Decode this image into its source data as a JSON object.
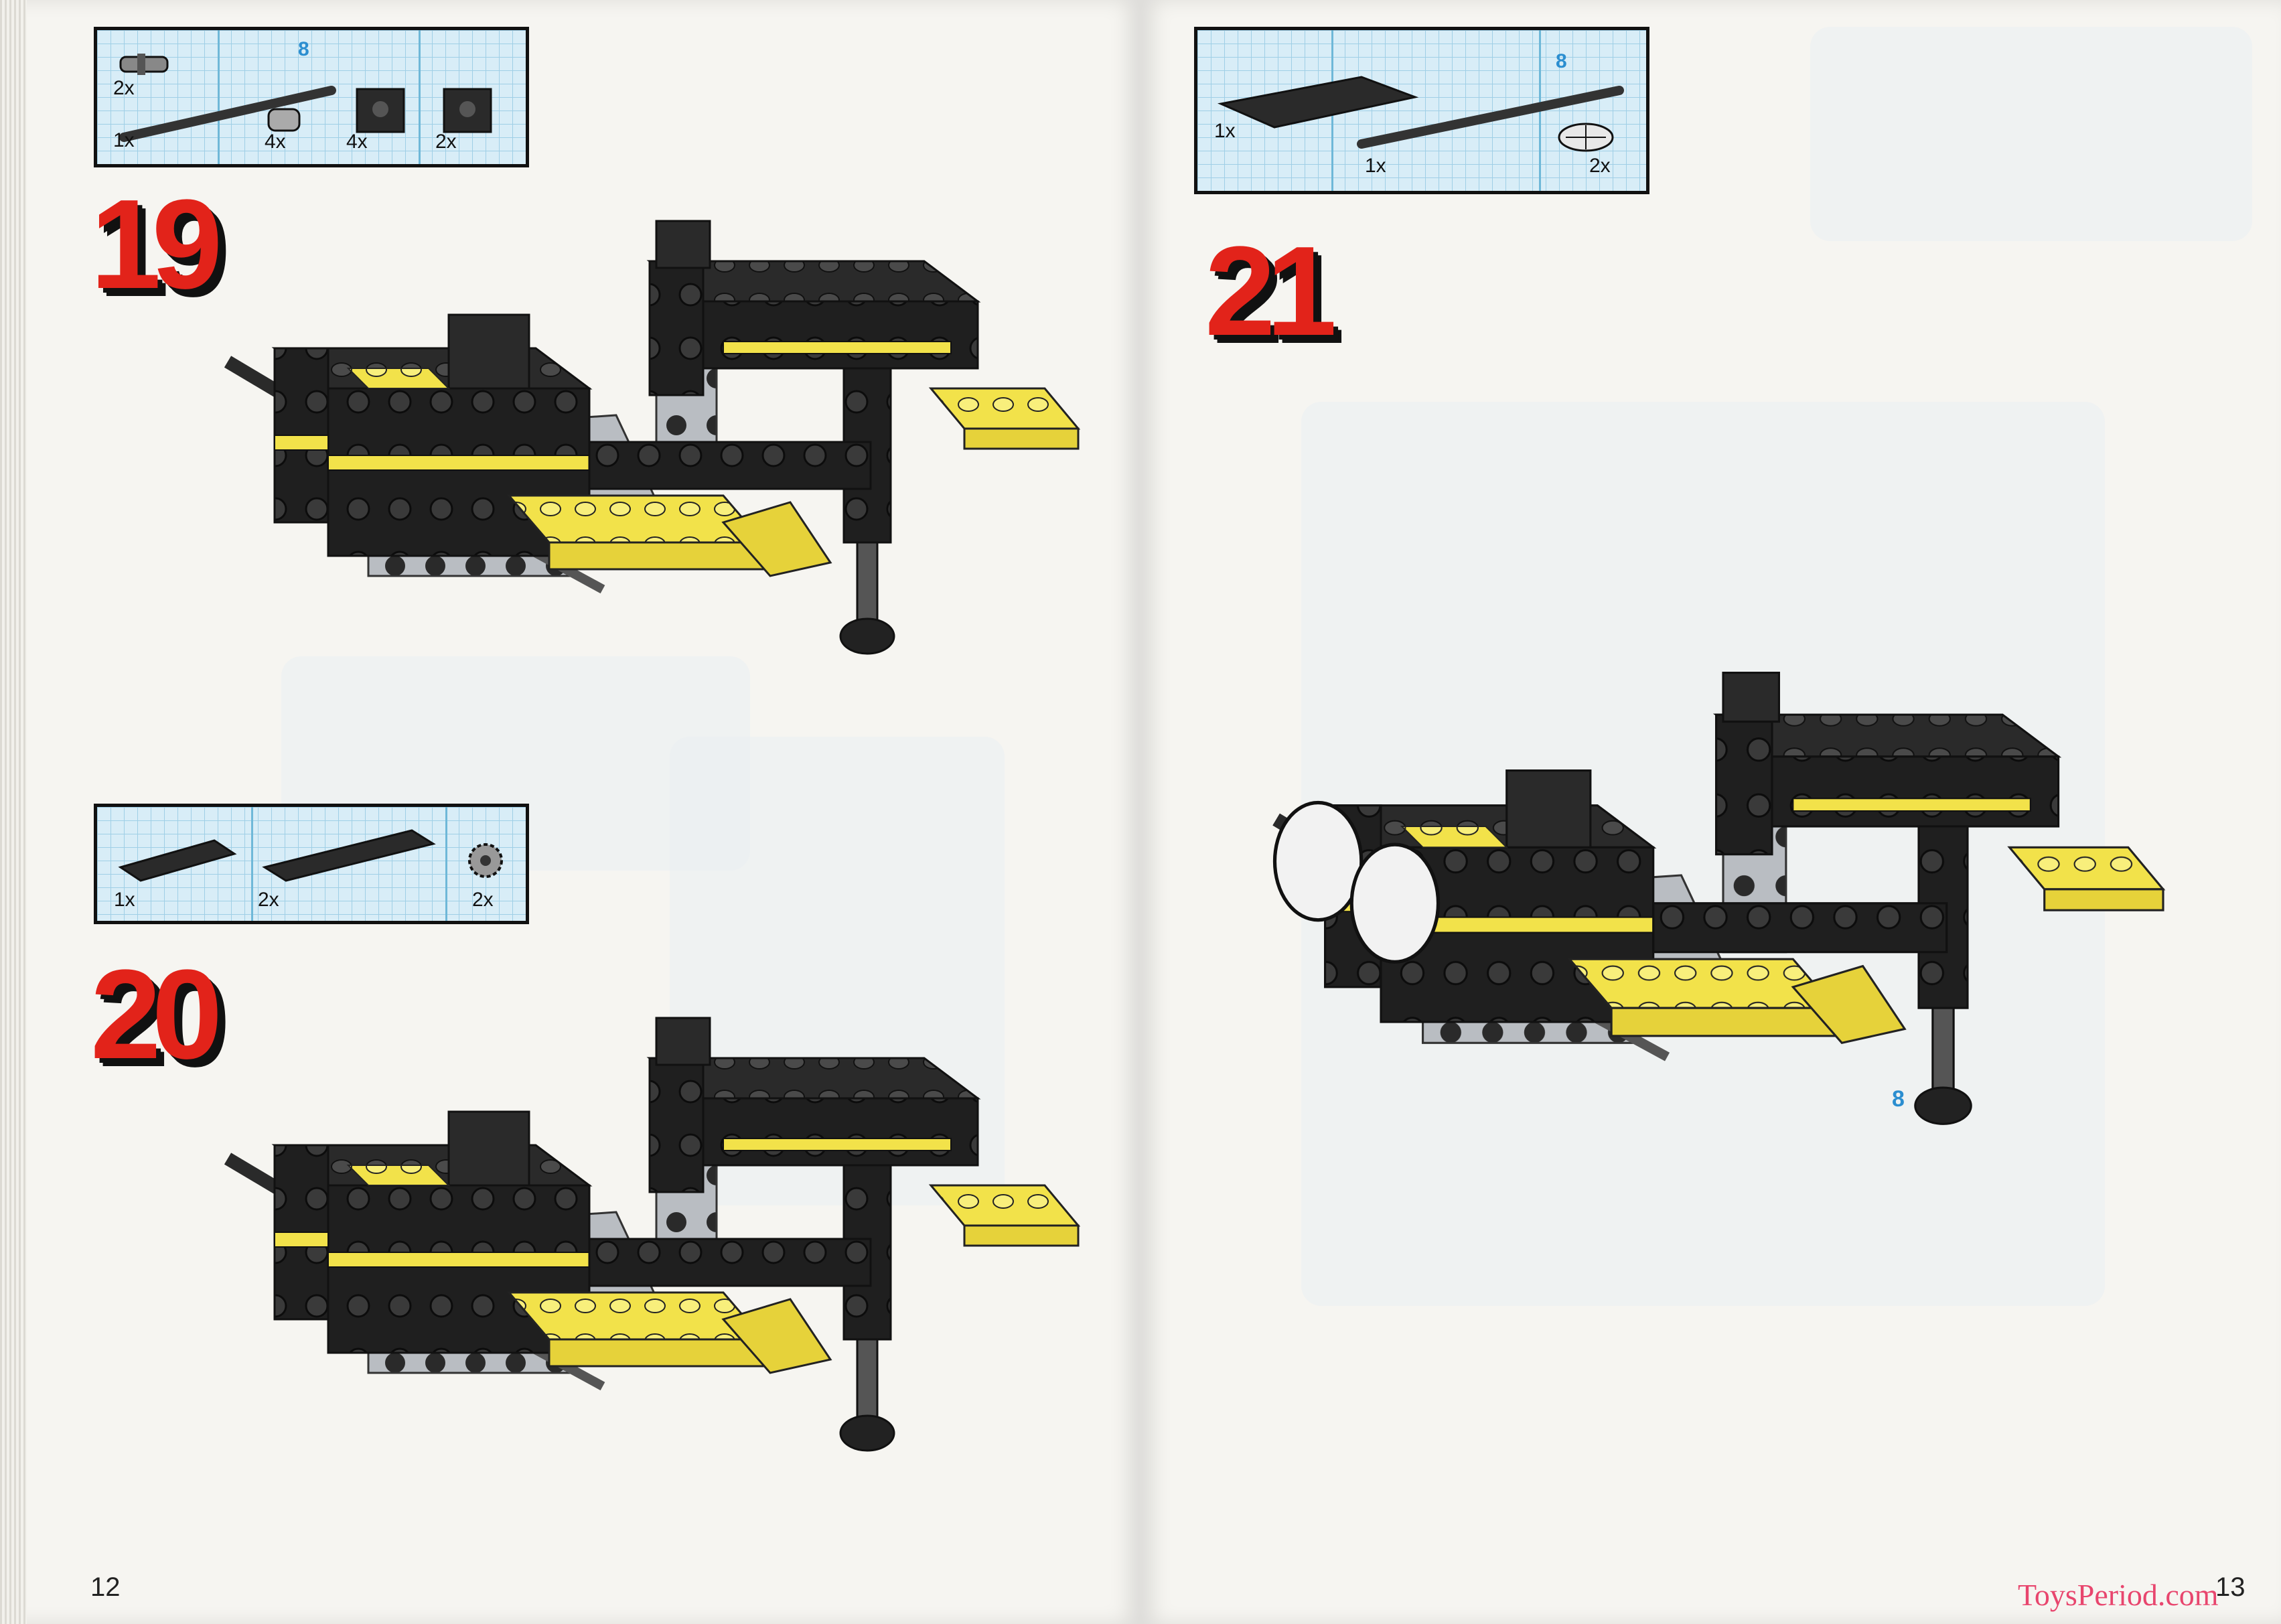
{
  "pages": {
    "left_number": "12",
    "right_number": "13"
  },
  "steps": [
    {
      "number": "19",
      "parts": [
        {
          "qty": "2x",
          "icon": "connector-peg-icon"
        },
        {
          "qty": "1x",
          "icon": "axle-icon",
          "length": "8"
        },
        {
          "qty": "4x",
          "icon": "bushing-icon"
        },
        {
          "qty": "4x",
          "icon": "technic-brick-1x1-icon"
        },
        {
          "qty": "2x",
          "icon": "technic-brick-1x1-icon"
        }
      ]
    },
    {
      "number": "20",
      "parts": [
        {
          "qty": "1x",
          "icon": "plate-1x4-icon"
        },
        {
          "qty": "2x",
          "icon": "plate-1x6-icon"
        },
        {
          "qty": "2x",
          "icon": "gear-icon"
        }
      ]
    },
    {
      "number": "21",
      "parts": [
        {
          "qty": "1x",
          "icon": "plate-2x6-icon"
        },
        {
          "qty": "1x",
          "icon": "axle-icon",
          "length": "8"
        },
        {
          "qty": "2x",
          "icon": "round-grille-icon"
        }
      ],
      "callout": "8"
    }
  ],
  "watermark": "ToysPeriod.com",
  "colors": {
    "step_red": "#e2231a",
    "brick_black": "#2a2a2a",
    "brick_yellow": "#f2e24a",
    "brick_grey": "#b9bdc2",
    "grid_blue": "#d8edf7",
    "length_blue": "#2b8ed0"
  }
}
